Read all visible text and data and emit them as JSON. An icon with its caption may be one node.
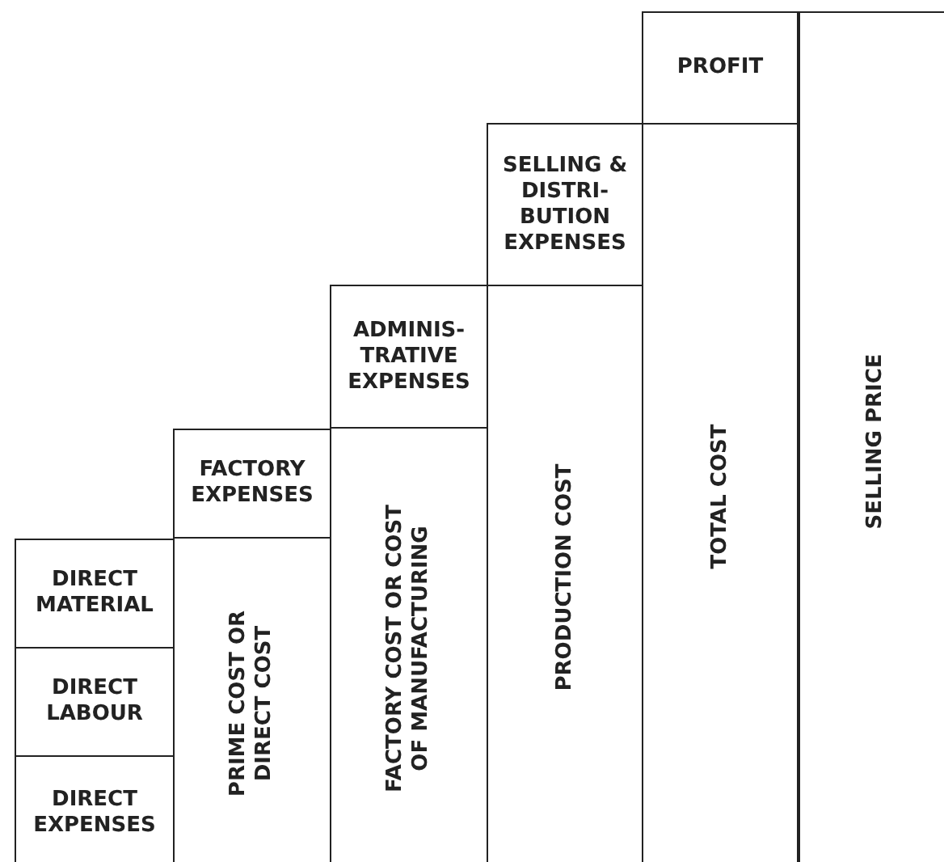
{
  "diagram": {
    "nodes": [
      {
        "text": [
          "PROFIT"
        ]
      },
      {
        "text": [
          "SELLING & DISTRI- BUTION EXPENSES"
        ]
      },
      {
        "text": [
          "ADMINIS- TRATIVE EXPENSES"
        ]
      },
      {
        "text": [
          "FACTORY EXPENSES"
        ]
      },
      {
        "text": [
          "DIRECT MATERIAL"
        ]
      },
      {
        "text": [
          "DIRECT LABOUR"
        ]
      },
      {
        "text": [
          "DIRECT EXPENSES"
        ]
      },
      {
        "text": [
          "PRIME COST OR DIRECT COST"
        ]
      },
      {
        "text": [
          "FACTORY COST OR COST OF MANUFACTURING"
        ]
      },
      {
        "text": [
          "PRODUCTION COST"
        ]
      },
      {
        "text": [
          "TOTAL COST"
        ]
      },
      {
        "text": [
          "SELLING PRICE"
        ]
      }
    ]
  }
}
